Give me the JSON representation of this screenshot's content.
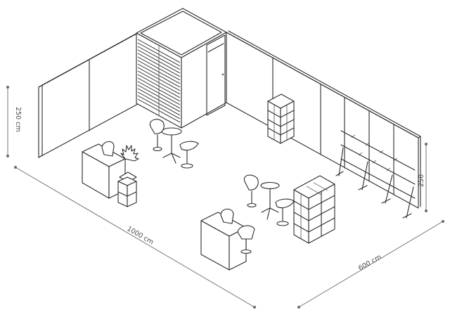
{
  "dimensions": {
    "length_label": "1000 cm",
    "depth_label": "600 cm",
    "wall_height_label": "250 cm",
    "side_height_label": "250"
  },
  "colors": {
    "line": "#2b2b2b",
    "dimension": "#6a6a6a",
    "background": "#ffffff"
  }
}
